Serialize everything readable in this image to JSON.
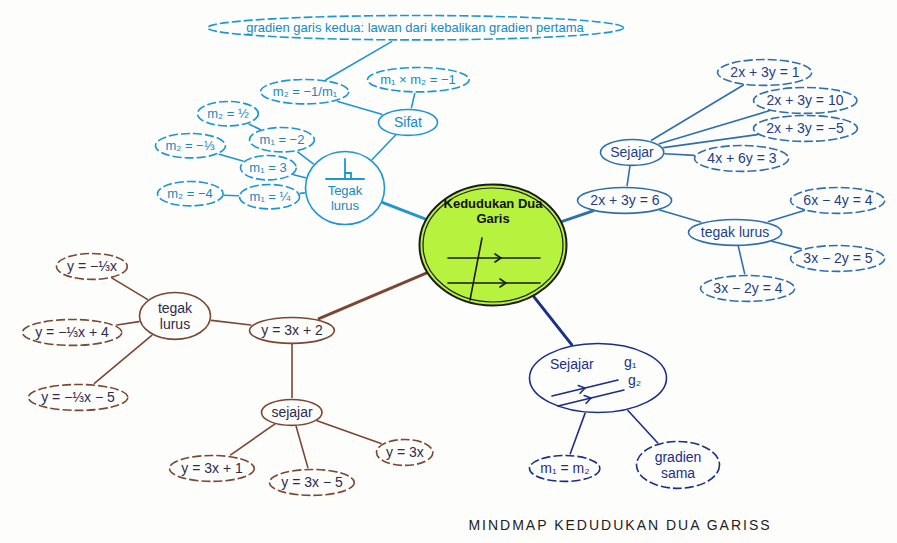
{
  "diagram": {
    "caption": "MINDMAP KEDUDUKAN DUA GARISS",
    "nodes": [
      {
        "text": [
          "Kedudukan Dua Garis"
        ]
      },
      {
        "text": [
          "Tegak lurus"
        ]
      },
      {
        "text": [
          "Sifat"
        ]
      },
      {
        "text": [
          "m₂ = −1/m₁"
        ]
      },
      {
        "text": [
          "m₁ × m₂ = −1"
        ]
      },
      {
        "text": [
          "gradien garis kedua: lawan dari kebalikan gradien pertama"
        ]
      },
      {
        "text": [
          "m₁ = −2"
        ]
      },
      {
        "text": [
          "m₂ = ½"
        ]
      },
      {
        "text": [
          "m₁ = 3"
        ]
      },
      {
        "text": [
          "m₂ = −⅓"
        ]
      },
      {
        "text": [
          "m₁ = ¼"
        ]
      },
      {
        "text": [
          "m₂ = −4"
        ]
      },
      {
        "text": [
          "2x + 3y = 6"
        ]
      },
      {
        "text": [
          "Sejajar"
        ]
      },
      {
        "text": [
          "2x + 3y = 1"
        ]
      },
      {
        "text": [
          "2x + 3y = 10"
        ]
      },
      {
        "text": [
          "2x + 3y = −5"
        ]
      },
      {
        "text": [
          "4x + 6y = 3"
        ]
      },
      {
        "text": [
          "tegak lurus"
        ]
      },
      {
        "text": [
          "6x − 4y = 4"
        ]
      },
      {
        "text": [
          "3x − 2y = 5"
        ]
      },
      {
        "text": [
          "3x − 2y = 4"
        ]
      },
      {
        "text": [
          "Sejajar",
          "g₁",
          "g₂"
        ]
      },
      {
        "text": [
          "m₁ = m₂"
        ]
      },
      {
        "text": [
          "gradien sama"
        ]
      },
      {
        "text": [
          "y = 3x + 2"
        ]
      },
      {
        "text": [
          "tegak lurus"
        ]
      },
      {
        "text": [
          "y = −⅓x"
        ]
      },
      {
        "text": [
          "y = −⅓x + 4"
        ]
      },
      {
        "text": [
          "y = −⅓x − 5"
        ]
      },
      {
        "text": [
          "sejajar"
        ]
      },
      {
        "text": [
          "y = 3x + 1"
        ]
      },
      {
        "text": [
          "y = 3x − 5"
        ]
      },
      {
        "text": [
          "y = 3x"
        ]
      }
    ],
    "edges": [
      {
        "from": 0,
        "to": 1,
        "arrow": "none"
      },
      {
        "from": 1,
        "to": 2,
        "arrow": "none"
      },
      {
        "from": 2,
        "to": 3,
        "arrow": "none"
      },
      {
        "from": 2,
        "to": 4,
        "arrow": "none"
      },
      {
        "from": 3,
        "to": 5,
        "arrow": "none"
      },
      {
        "from": 1,
        "to": 6,
        "arrow": "none"
      },
      {
        "from": 6,
        "to": 7,
        "arrow": "none"
      },
      {
        "from": 1,
        "to": 8,
        "arrow": "none"
      },
      {
        "from": 8,
        "to": 9,
        "arrow": "none"
      },
      {
        "from": 1,
        "to": 10,
        "arrow": "none"
      },
      {
        "from": 10,
        "to": 11,
        "arrow": "none"
      },
      {
        "from": 0,
        "to": 12,
        "arrow": "none"
      },
      {
        "from": 12,
        "to": 13,
        "arrow": "none"
      },
      {
        "from": 13,
        "to": 14,
        "arrow": "none"
      },
      {
        "from": 13,
        "to": 15,
        "arrow": "none"
      },
      {
        "from": 13,
        "to": 16,
        "arrow": "none"
      },
      {
        "from": 13,
        "to": 17,
        "arrow": "none"
      },
      {
        "from": 12,
        "to": 18,
        "arrow": "none"
      },
      {
        "from": 18,
        "to": 19,
        "arrow": "none"
      },
      {
        "from": 18,
        "to": 20,
        "arrow": "none"
      },
      {
        "from": 18,
        "to": 21,
        "arrow": "none"
      },
      {
        "from": 0,
        "to": 22,
        "arrow": "none"
      },
      {
        "from": 22,
        "to": 23,
        "arrow": "none"
      },
      {
        "from": 22,
        "to": 24,
        "arrow": "none"
      },
      {
        "from": 0,
        "to": 25,
        "arrow": "none"
      },
      {
        "from": 25,
        "to": 26,
        "arrow": "none"
      },
      {
        "from": 26,
        "to": 27,
        "arrow": "none"
      },
      {
        "from": 26,
        "to": 28,
        "arrow": "none"
      },
      {
        "from": 26,
        "to": 29,
        "arrow": "none"
      },
      {
        "from": 25,
        "to": 30,
        "arrow": "none"
      },
      {
        "from": 30,
        "to": 31,
        "arrow": "none"
      },
      {
        "from": 30,
        "to": 32,
        "arrow": "none"
      },
      {
        "from": 30,
        "to": 33,
        "arrow": "none"
      }
    ]
  }
}
